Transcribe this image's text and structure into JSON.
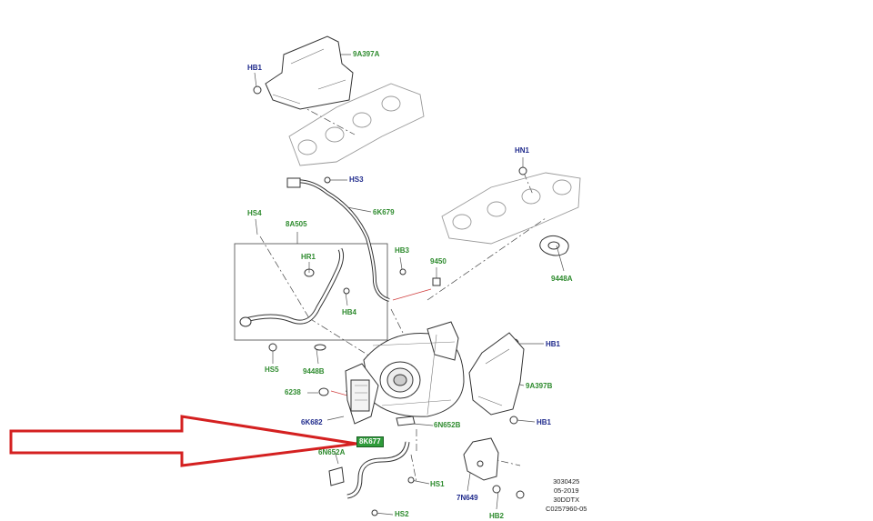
{
  "colors": {
    "callout_labels": "#2e8b2e",
    "fastener_labels": "#1f2a8c",
    "highlight": "#2e9b3a",
    "arrow": "#d42020"
  },
  "labels": {
    "hb1_top": "HB1",
    "a9a397a": "9A397A",
    "hs3": "HS3",
    "hn1": "HN1",
    "a6k679": "6K679",
    "hs4": "HS4",
    "a8a505": "8A505",
    "hb3": "HB3",
    "a9450": "9450",
    "hr1": "HR1",
    "a9448a": "9448A",
    "hb4": "HB4",
    "hs5": "HS5",
    "a9448b": "9448B",
    "hb1_right": "HB1",
    "a9a397b": "9A397B",
    "a6238": "6238",
    "hb1_lower": "HB1",
    "a6k682": "6K682",
    "a6n652b": "6N652B",
    "a8k677": "8K677",
    "a6n652a": "6N652A",
    "hs1": "HS1",
    "a7n649": "7N649",
    "hs2": "HS2",
    "hb2": "HB2"
  },
  "reference": {
    "line1": "3030425",
    "line2": "05-2019",
    "line3": "30DDTX",
    "line4": "C0257960-05"
  }
}
